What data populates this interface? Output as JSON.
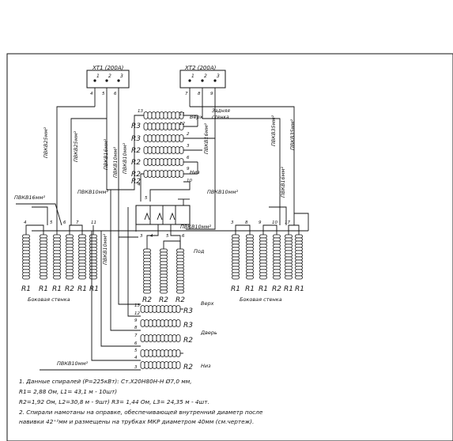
{
  "terminals": {
    "xt1": {
      "label": "XT1 (200А)",
      "pins": [
        "1",
        "2",
        "3"
      ]
    },
    "xt2": {
      "label": "XT2 (200А)",
      "pins": [
        "1",
        "2",
        "3"
      ]
    }
  },
  "xt1_out": [
    "4",
    "5",
    "6"
  ],
  "xt2_out": [
    "7",
    "8",
    "9"
  ],
  "cables": {
    "a": "ПВКВ25мм²",
    "b": "ПВКВ25мм²",
    "c": "ПВКВ16мм²",
    "d": "ПВКВ10мм²",
    "e": "ПВКВ10мм²",
    "f": "ПВКВ16мм²",
    "g": "ПВКВ35мм²",
    "h": "ПВКВ35мм²",
    "i": "ПВКВ16мм²",
    "j": "ПВКВ16мм²",
    "k": "ПВКВ10мм²",
    "l": "ПВКВ10мм²",
    "m": "ПВКВ10мм²",
    "n": "ПВКВ10мм²",
    "o": "ПВКВ10мм²"
  },
  "rear": {
    "title1": "Задняя",
    "title2": "стенка",
    "verh": "Верх",
    "niz": "Низ",
    "labels": [
      "R3",
      "R3",
      "R2",
      "R2",
      "R2",
      "R2"
    ],
    "nums": [
      "11",
      "12",
      "2",
      "3",
      "13",
      "4",
      "5",
      "6",
      "9",
      "10"
    ]
  },
  "bottom": {
    "title": "Под",
    "labels": [
      "R2",
      "R2",
      "R2"
    ],
    "nums": [
      "3",
      "4",
      "5",
      "6"
    ]
  },
  "left_side": {
    "title": "Боковая стенка",
    "labels": [
      "R1",
      "R1",
      "R1",
      "R2",
      "R1",
      "R1"
    ],
    "nums": [
      "4",
      "5",
      "6",
      "7",
      "11"
    ]
  },
  "right_side": {
    "title": "Боковая стенка",
    "labels": [
      "R1",
      "R1",
      "R1",
      "R2",
      "R1",
      "R1"
    ],
    "nums": [
      "3",
      "8",
      "9",
      "10",
      "17"
    ]
  },
  "door": {
    "title": "Дверь",
    "verh": "Верх",
    "niz": "Низ",
    "labels": [
      "R3",
      "R3",
      "R2",
      "R2"
    ],
    "nums": [
      "13",
      "12",
      "9",
      "8",
      "7",
      "6",
      "5",
      "4",
      "3"
    ]
  },
  "notes": [
    "1. Данные спиралей (P=225кВт): Ст.Х20Н80Н-Н Ø7,0 мм,",
    "R1= 2,88 Ом, L1= 43,1 м - 10шт)",
    "R2=1,92 Ом, L2=30,8 м - 9шт)     R3= 1,44 Ом, L3= 24,35 м - 4шт.",
    "2. Спирали намотаны на оправке, обеспечивающей внутренний диаметр после",
    "навивки 42⁺²мм и размещены на трубках МКР диаметром 40мм (см.чертеж)."
  ]
}
